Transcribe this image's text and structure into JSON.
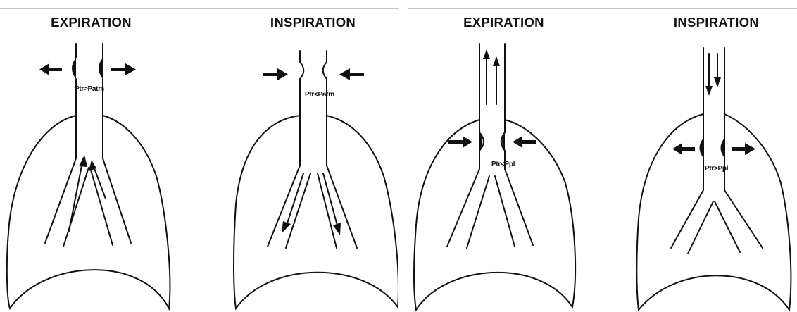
{
  "panels": [
    {
      "title": "EXPIRATION",
      "label": "Ptr>Patm"
    },
    {
      "title": "INSPIRATION",
      "label": "Ptr<Patm"
    },
    {
      "title": "EXPIRATION",
      "label": "Ptr<Ppl"
    },
    {
      "title": "INSPIRATION",
      "label": "Ptr>Ppl"
    }
  ]
}
